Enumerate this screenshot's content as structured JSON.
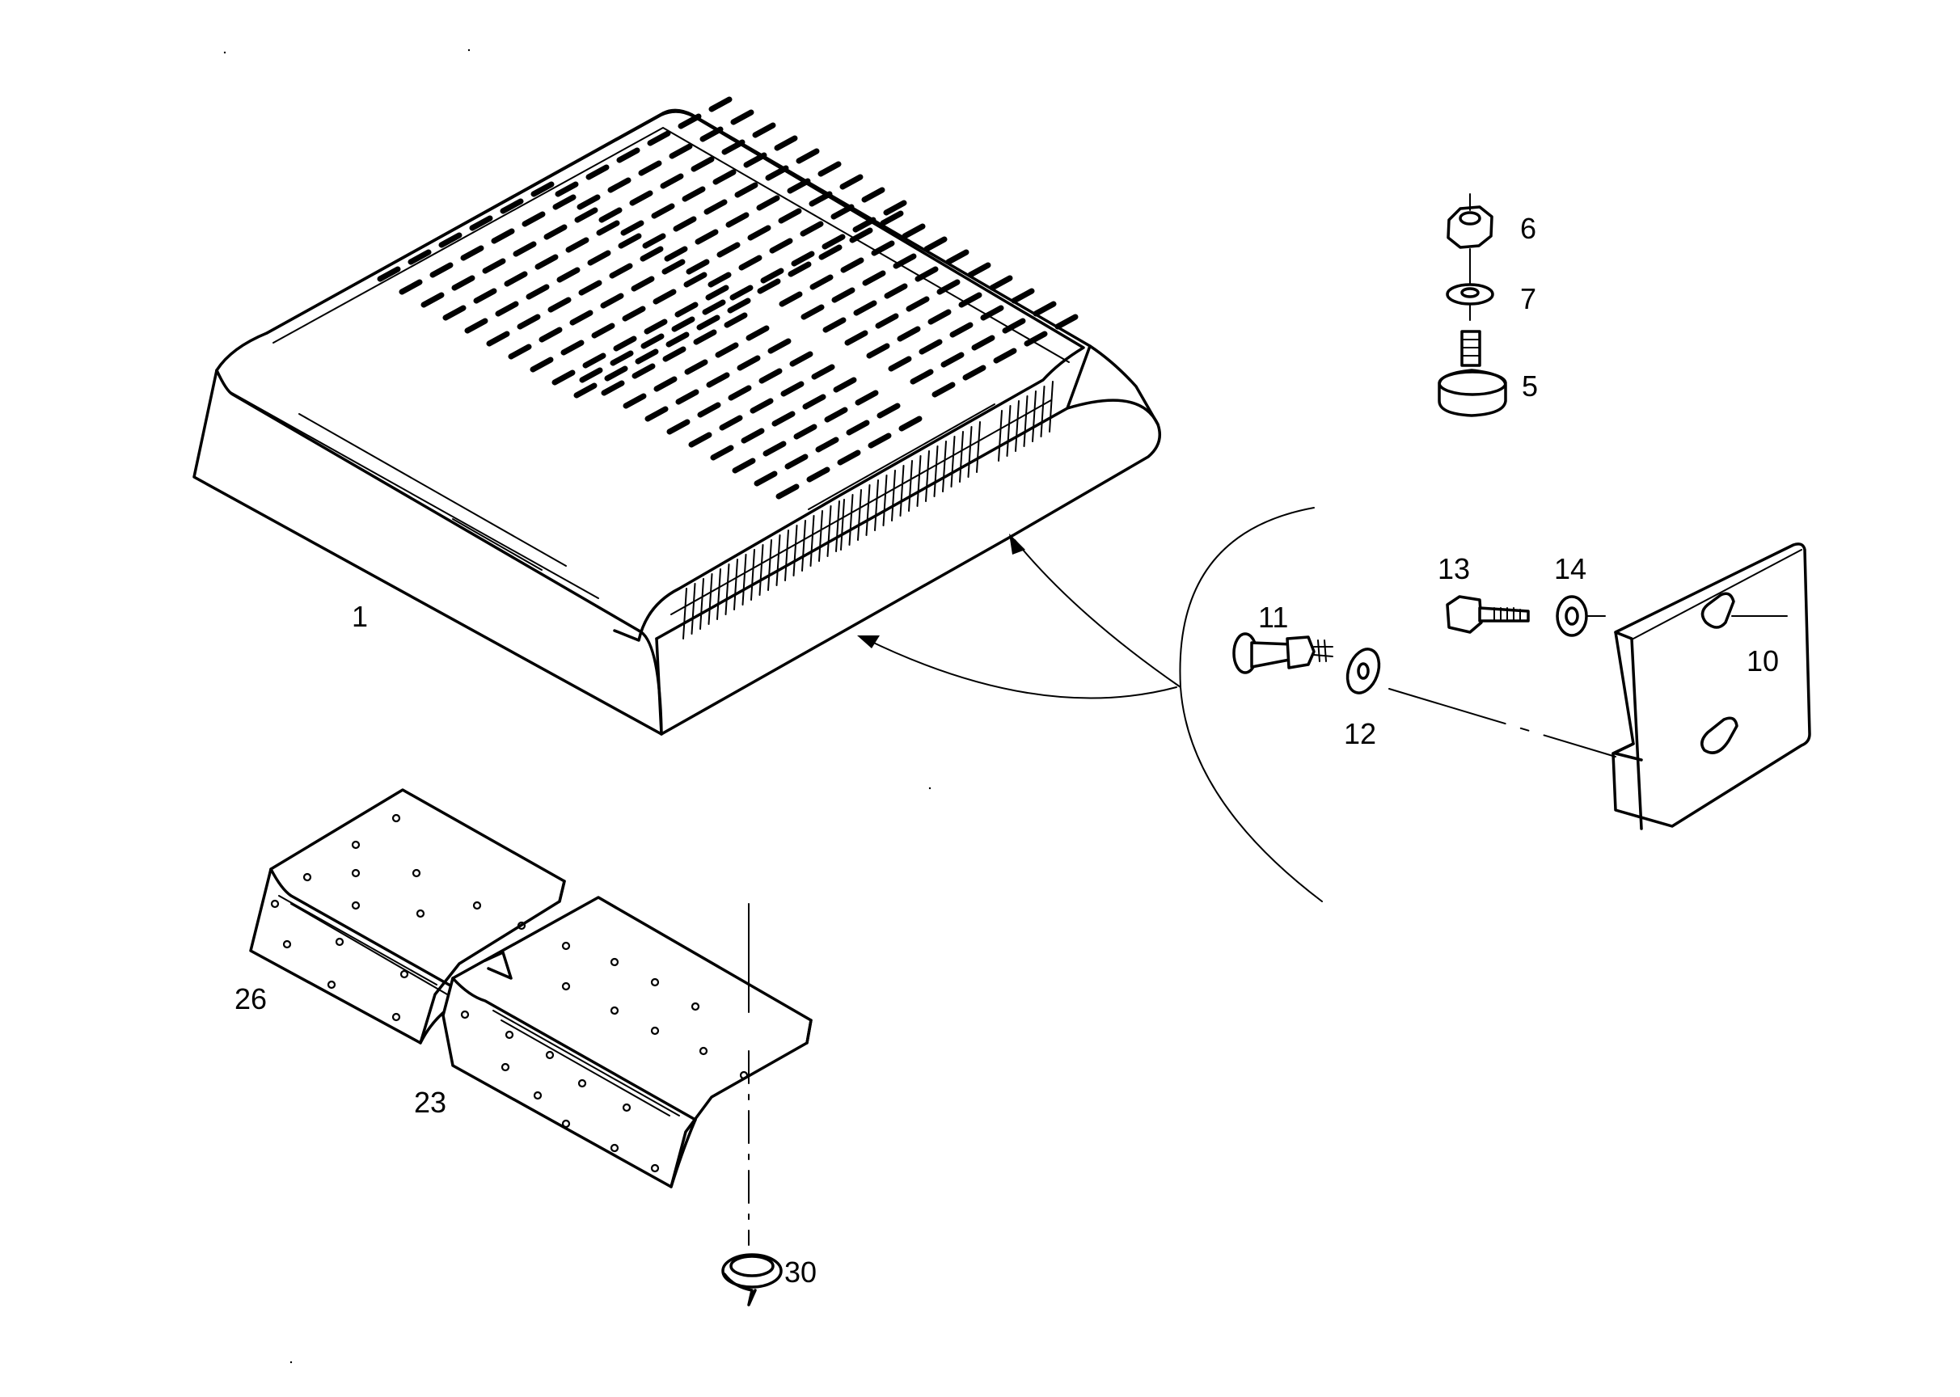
{
  "diagram": {
    "callouts": {
      "p1": "1",
      "p5": "5",
      "p6": "6",
      "p7": "7",
      "p10": "10",
      "p11": "11",
      "p12": "12",
      "p13": "13",
      "p14": "14",
      "p23": "23",
      "p26": "26",
      "p30": "30"
    }
  }
}
